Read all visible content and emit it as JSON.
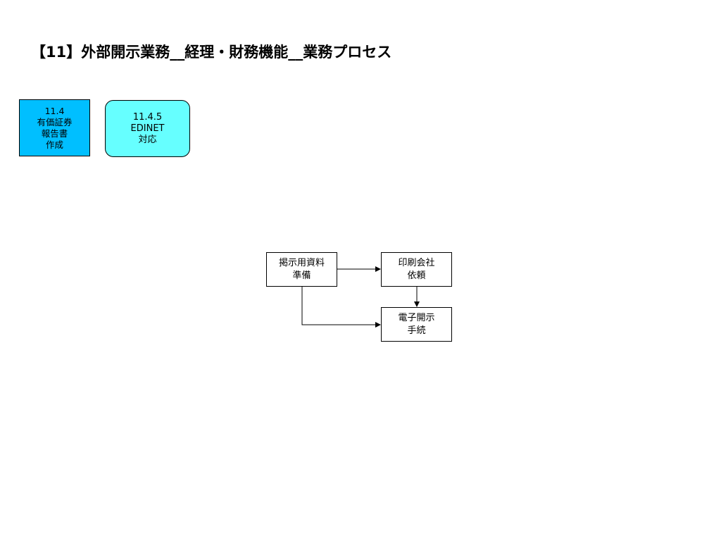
{
  "title": "【11】外部開示業務__経理・財務機能__業務プロセス",
  "section_box": {
    "lines": [
      "11.4",
      "有価証券",
      "報告書",
      "作成"
    ]
  },
  "process_box": {
    "lines": [
      "11.4.5",
      "EDINET",
      "対応"
    ]
  },
  "steps": {
    "prepare": {
      "lines": [
        "掲示用資料",
        "準備"
      ]
    },
    "print": {
      "lines": [
        "印刷会社",
        "依頼"
      ]
    },
    "filing": {
      "lines": [
        "電子開示",
        "手続"
      ]
    }
  },
  "connections": [
    {
      "from": "掲示用資料準備",
      "to": "印刷会社依頼"
    },
    {
      "from": "印刷会社依頼",
      "to": "電子開示手続"
    },
    {
      "from": "掲示用資料準備",
      "to": "電子開示手続"
    }
  ],
  "colors": {
    "section_fill": "#00BFFF",
    "process_fill": "#66FFFF",
    "line": "#000000"
  }
}
